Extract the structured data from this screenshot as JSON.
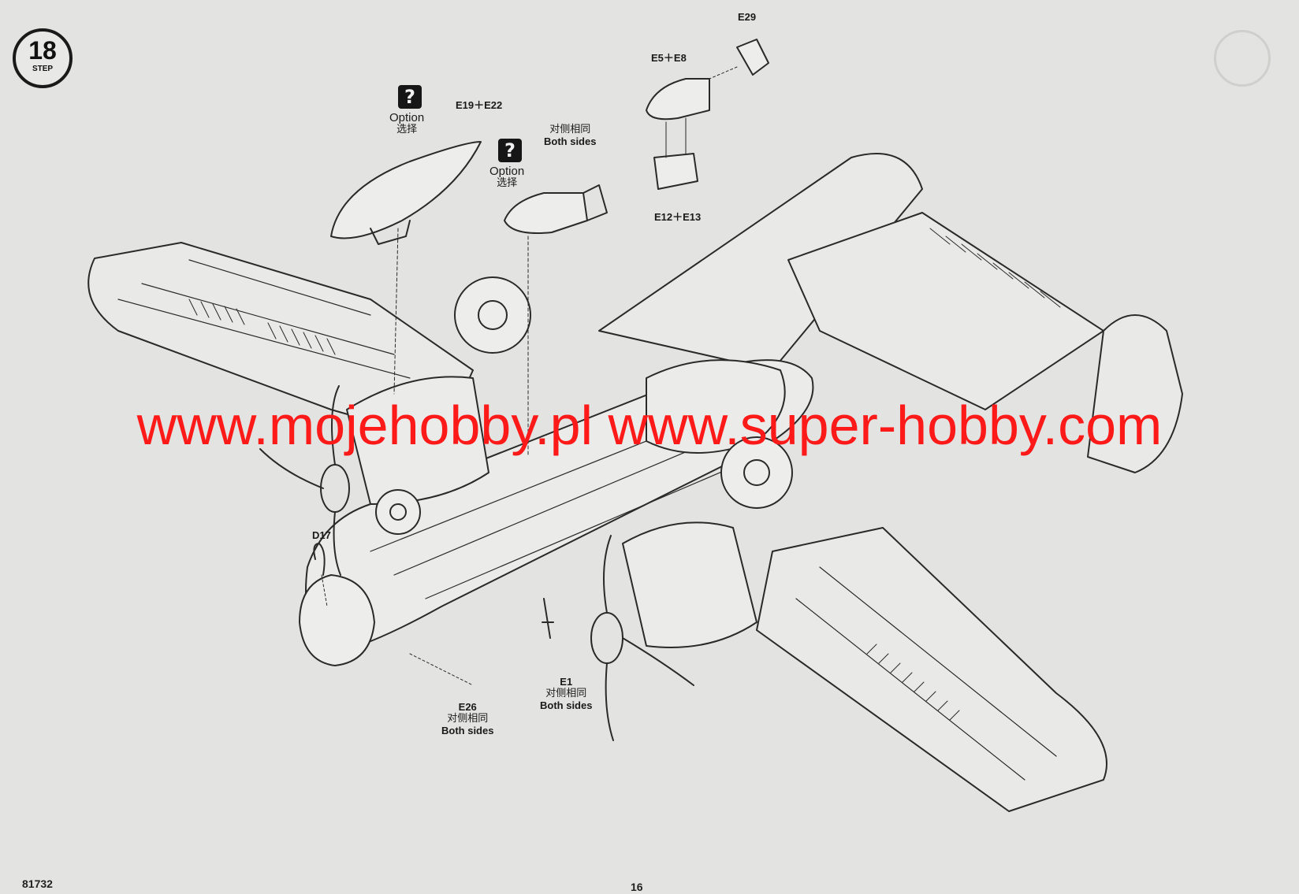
{
  "step": {
    "number": "18",
    "label": "STEP"
  },
  "parts": {
    "e29": "E29",
    "e5_e8": "E5＋E8",
    "e12_e13": "E12＋E13",
    "e19_e22": "E19＋E22",
    "d17": "D17",
    "e1": "E1",
    "e26": "E26"
  },
  "options": {
    "mark": "?",
    "label_en": "Option",
    "label_cn": "选择"
  },
  "both_sides": {
    "cn": "对侧相同",
    "en": "Both sides"
  },
  "watermark": "www.mojehobby.pl www.super-hobby.com",
  "footer": {
    "kit_code": "81732",
    "page_number": "16"
  },
  "colors": {
    "paper": "#e3e3e1",
    "line": "#2a2a2a",
    "watermark": "#ff1a1a"
  }
}
